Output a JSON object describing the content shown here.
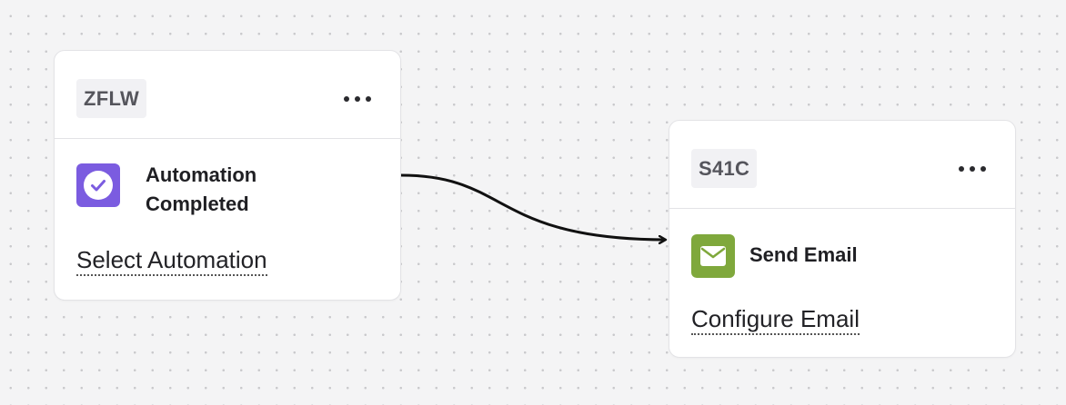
{
  "nodes": {
    "trigger": {
      "id_label": "ZFLW",
      "title_line1": "Automation",
      "title_line2": "Completed",
      "icon": "check-circle-icon",
      "icon_color": "#7b5ce0",
      "link_label": "Select Automation"
    },
    "action": {
      "id_label": "S41C",
      "title": "Send Email",
      "icon": "envelope-icon",
      "icon_color": "#7fa83c",
      "link_label": "Configure Email"
    }
  },
  "colors": {
    "canvas_bg": "#f4f4f5",
    "connector": "#111111"
  }
}
